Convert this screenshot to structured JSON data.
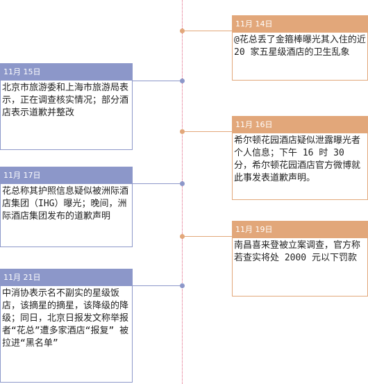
{
  "colors": {
    "axis": "#e0607e",
    "left_accent": "#8c97c9",
    "right_accent": "#e2a77a"
  },
  "events": [
    {
      "date": "11月 14日",
      "text": "@花总丢了金箍棒曝光其入住的近 20 家五星级酒店的卫生乱象"
    },
    {
      "date": "11月 15日",
      "text": "北京市旅游委和上海市旅游局表示，正在调查核实情况；部分酒店表示道歉并整改"
    },
    {
      "date": "11月 16日",
      "text": "希尔顿花园酒店疑似泄露曝光者个人信息；下午 16 时 30 分，希尔顿花园酒店官方微博就此事发表道歉声明。"
    },
    {
      "date": "11月 17日",
      "text": "花总称其护照信息疑似被洲际酒店集团（IHG）曝光；晚间，洲际酒店集团发布的道歉声明"
    },
    {
      "date": "11月 19日",
      "text": "南昌喜来登被立案调查，官方称若查实将处 2000 元以下罚款"
    },
    {
      "date": "11月 21日",
      "text": "中消协表示名不副实的星级饭店，该摘星的摘星，该降级的降级；同日，北京日报发文称举报者“花总”遭多家酒店“报复” 被拉进“黑名单”"
    }
  ]
}
